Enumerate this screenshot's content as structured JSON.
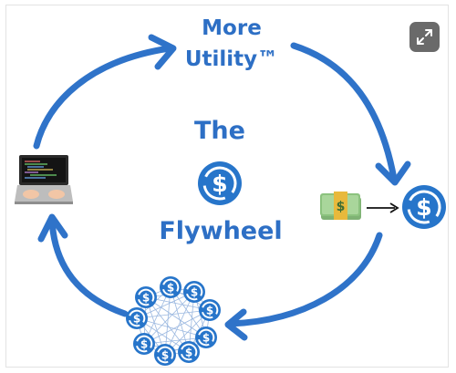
{
  "diagram": {
    "top_label_line1": "More",
    "top_label_line2": "Utility™",
    "center_title_line1": "The",
    "center_title_line2": "Flywheel"
  },
  "colors": {
    "accent": "#2d6fc5",
    "arrow": "#2f73c9",
    "coin": "#2775ca",
    "button": "#6a6a6a"
  },
  "icons": {
    "expand": "expand-icon",
    "laptop": "laptop-icon",
    "money": "money-stack-icon",
    "coin": "usdc-coin-icon",
    "network": "coin-network-icon"
  }
}
